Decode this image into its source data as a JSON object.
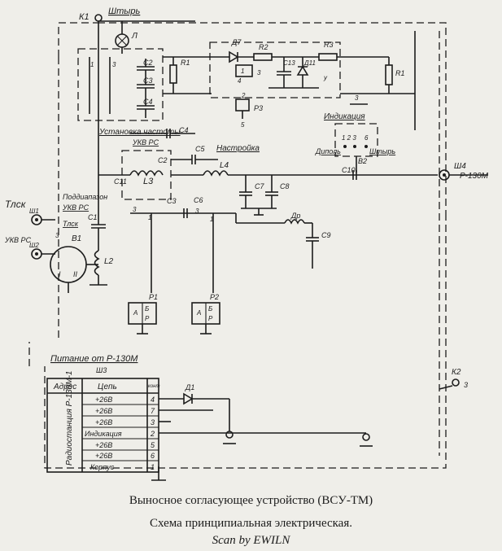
{
  "labels": {
    "k1": "К1",
    "shtyr_top": "Штырь",
    "lamp": "Л",
    "d7": "Д7",
    "r2": "R2",
    "r3": "R3",
    "r1_top": "R1",
    "c13": "C13",
    "d11": "Д11",
    "r1_right": "R1",
    "p3": "Р3",
    "indikaciya": "Индикация",
    "ustanovka": "Установка частоты",
    "c4_a": "C4",
    "c4_b": "C4",
    "c2_top": "C2",
    "c3_top": "C3",
    "c5": "C5",
    "nastroyka": "Настройка",
    "ukv_rs_top": "УКВ РС",
    "c2_mid": "C2",
    "l3": "L3",
    "c11": "C11",
    "l4": "L4",
    "c7": "C7",
    "c8": "C8",
    "c10": "C10",
    "dipol": "Диполь",
    "shtyr_right": "Штырь",
    "b2": "В2",
    "sh4": "Ш4",
    "p130m": "Р-130М",
    "c3_mid": "C3",
    "c6": "C6",
    "dr": "Др",
    "c9": "C9",
    "tlsk_left": "Тлск",
    "podd": "Поддиапазон",
    "ukv_rs_mid": "УКВ РС",
    "tlsk_mid": "Тлск",
    "sh1": "Ш1",
    "sh2": "Ш2",
    "ukv_rs_left": "УКВ РС",
    "b1": "В1",
    "c1": "C1",
    "l2": "L2",
    "roman1": "I",
    "roman2": "II",
    "p1": "Р1",
    "p2": "Р2",
    "d1": "Д1",
    "k2": "К2",
    "k2_pin": "3"
  },
  "table": {
    "title": "Питание от Р-130М",
    "connector": "Ш3",
    "col_addr": "Адрес",
    "col_chain": "Цепь",
    "col_contact": "конт",
    "station": "Радиостанция Р-130М-1",
    "rows": [
      {
        "chain": "+26В",
        "contact": "4"
      },
      {
        "chain": "+26В",
        "contact": "7"
      },
      {
        "chain": "+26В",
        "contact": "3"
      },
      {
        "chain": "Индикация",
        "contact": "2"
      },
      {
        "chain": "+26В",
        "contact": "5"
      },
      {
        "chain": "+26В",
        "contact": "6"
      },
      {
        "chain": "Корпус",
        "contact": "1"
      }
    ]
  },
  "captions": {
    "line1": "Выносное согласующее устройство (ВСУ-ТМ)",
    "line2": "Схема принципиальная электрическая.",
    "line3": "Scan by EWILN"
  }
}
